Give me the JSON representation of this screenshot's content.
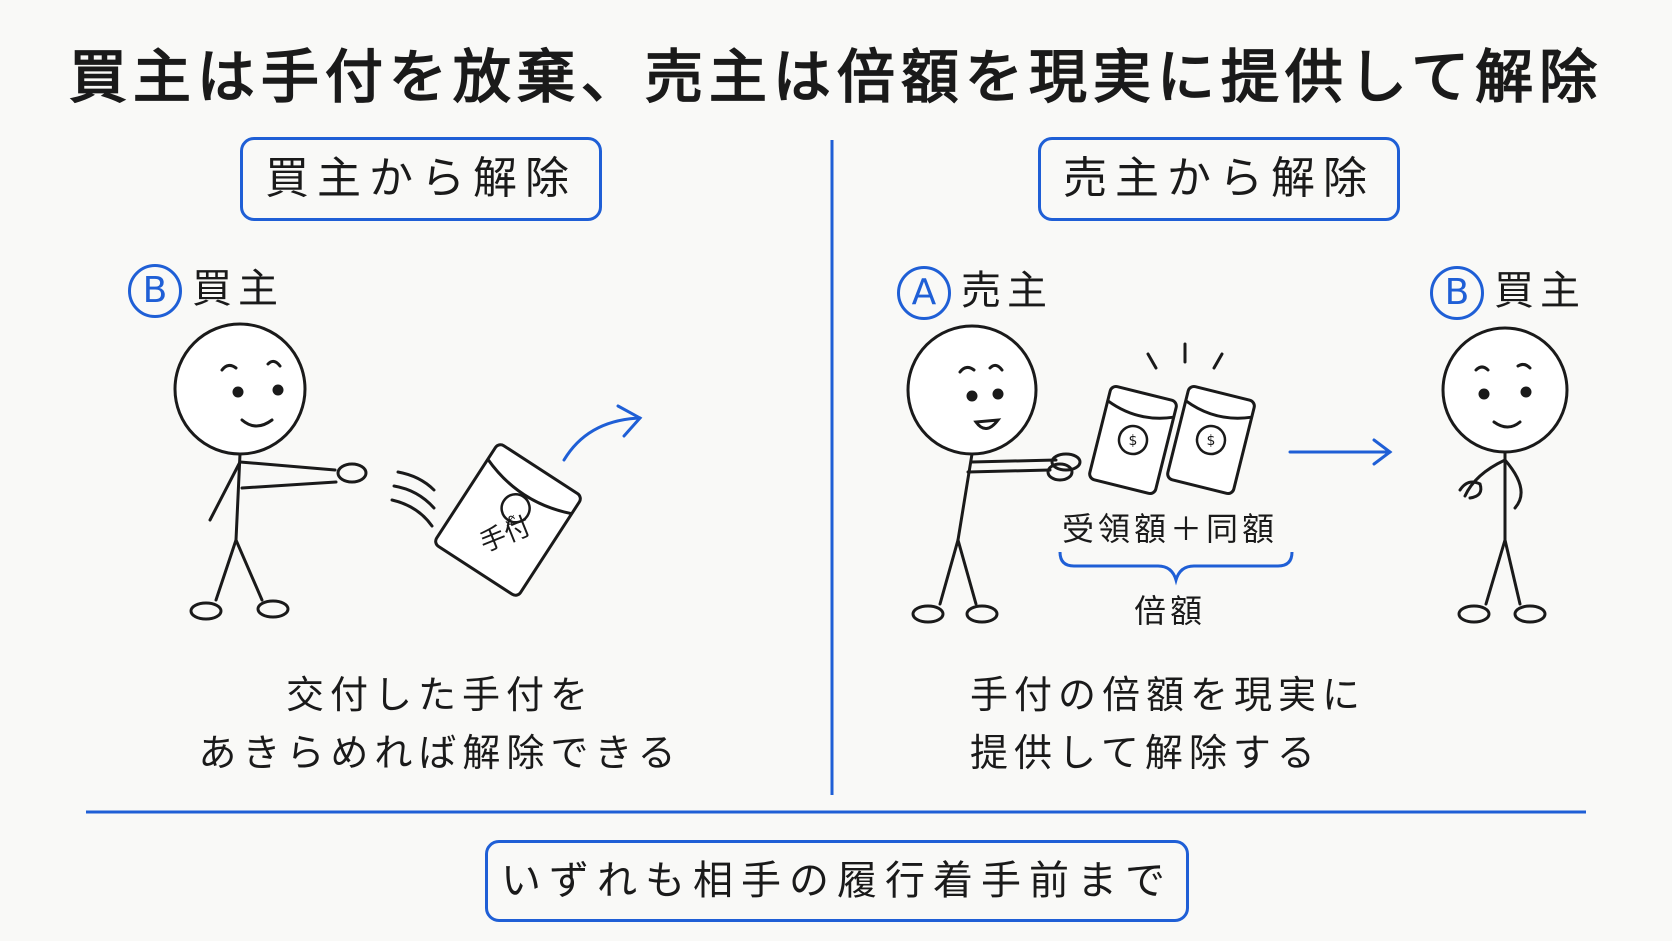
{
  "title": "買主は手付を放棄、売主は倍額を現実に提供して解除",
  "left_panel": {
    "heading": "買主から解除",
    "party_badge": "B",
    "party_label": "買主",
    "note_label": "手付",
    "note_symbol": "$",
    "caption_line1": "交付した手付を",
    "caption_line2": "あきらめれば解除できる"
  },
  "right_panel": {
    "heading": "売主から解除",
    "seller_badge": "A",
    "seller_label": "売主",
    "buyer_badge": "B",
    "buyer_label": "買主",
    "note_symbol": "$",
    "amount_label": "受領額＋同額",
    "double_label": "倍額",
    "caption_line1": "手付の倍額を現実に",
    "caption_line2": "提供して解除する"
  },
  "footer": "いずれも相手の履行着手前まで",
  "colors": {
    "accent": "#1f5fd6",
    "ink": "#1a1a1a"
  }
}
